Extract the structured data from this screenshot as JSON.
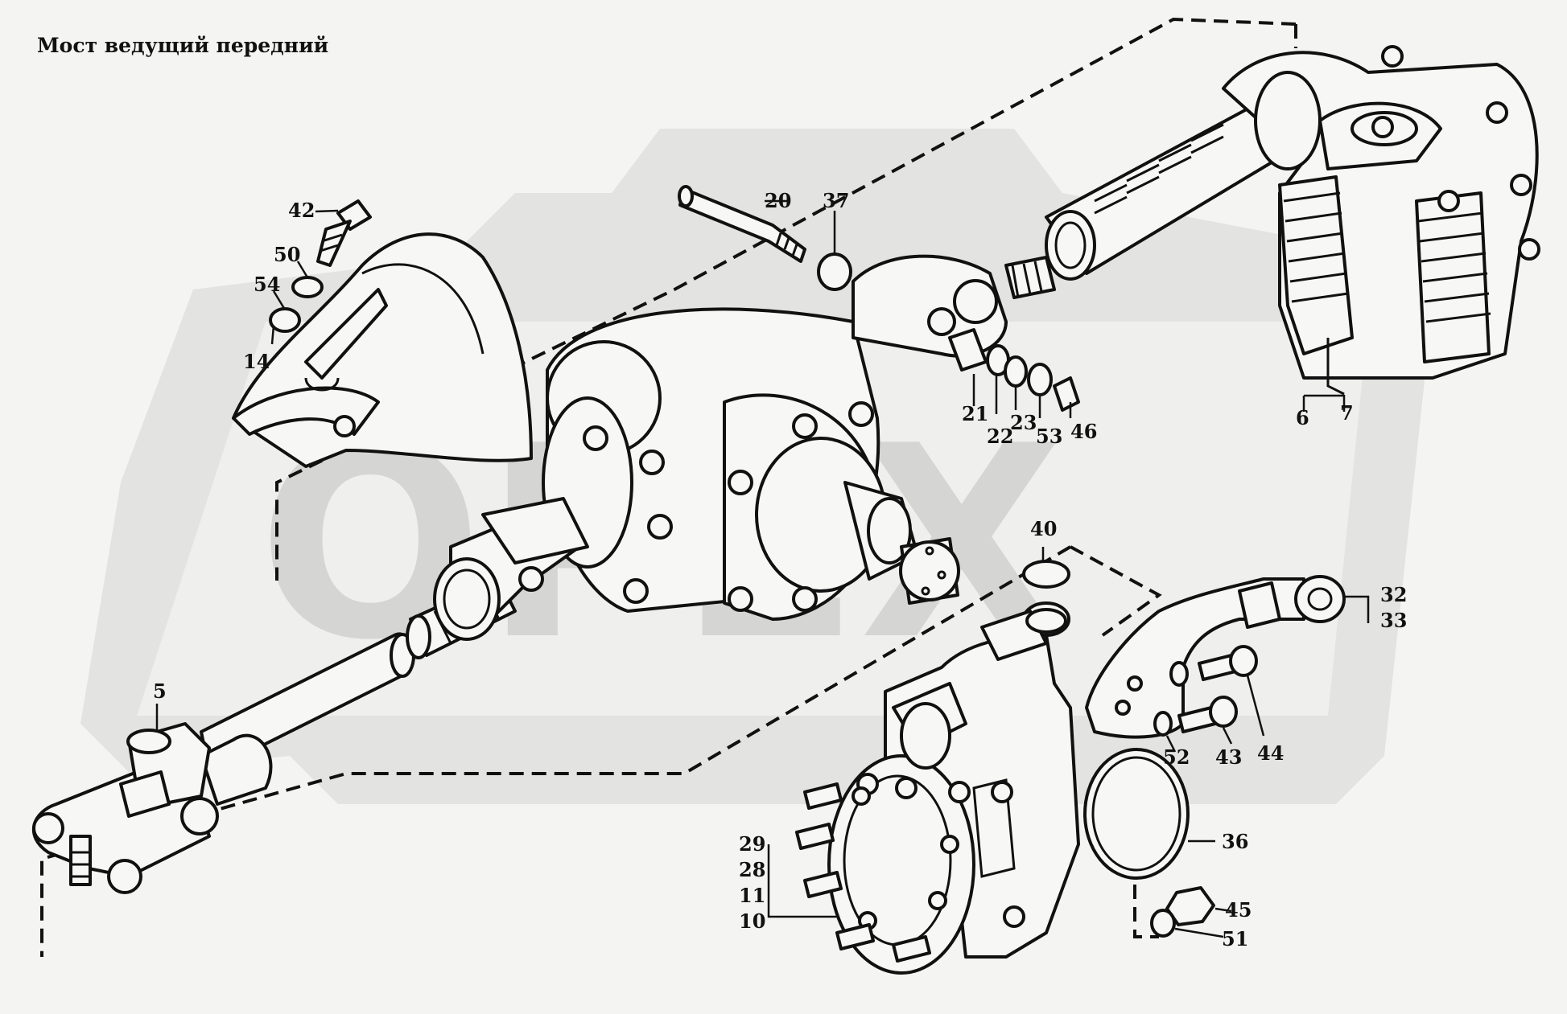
{
  "title": "Мост ведущий передний",
  "watermark": "OPEX",
  "labels": {
    "l42": "42",
    "l50": "50",
    "l54": "54",
    "l14": "14",
    "l20": "20",
    "l37": "37",
    "l21": "21",
    "l22": "22",
    "l23": "23",
    "l53": "53",
    "l46": "46",
    "l6": "6",
    "l7": "7",
    "l40": "40",
    "l32": "32",
    "l33": "33",
    "l5": "5",
    "l52": "52",
    "l43": "43",
    "l44": "44",
    "l36": "36",
    "l29": "29",
    "l28": "28",
    "l11": "11",
    "l10": "10",
    "l45": "45",
    "l51": "51"
  },
  "colors": {
    "line": "#111111",
    "background": "#f4f4f2",
    "watermark": "#d6d6d4"
  }
}
